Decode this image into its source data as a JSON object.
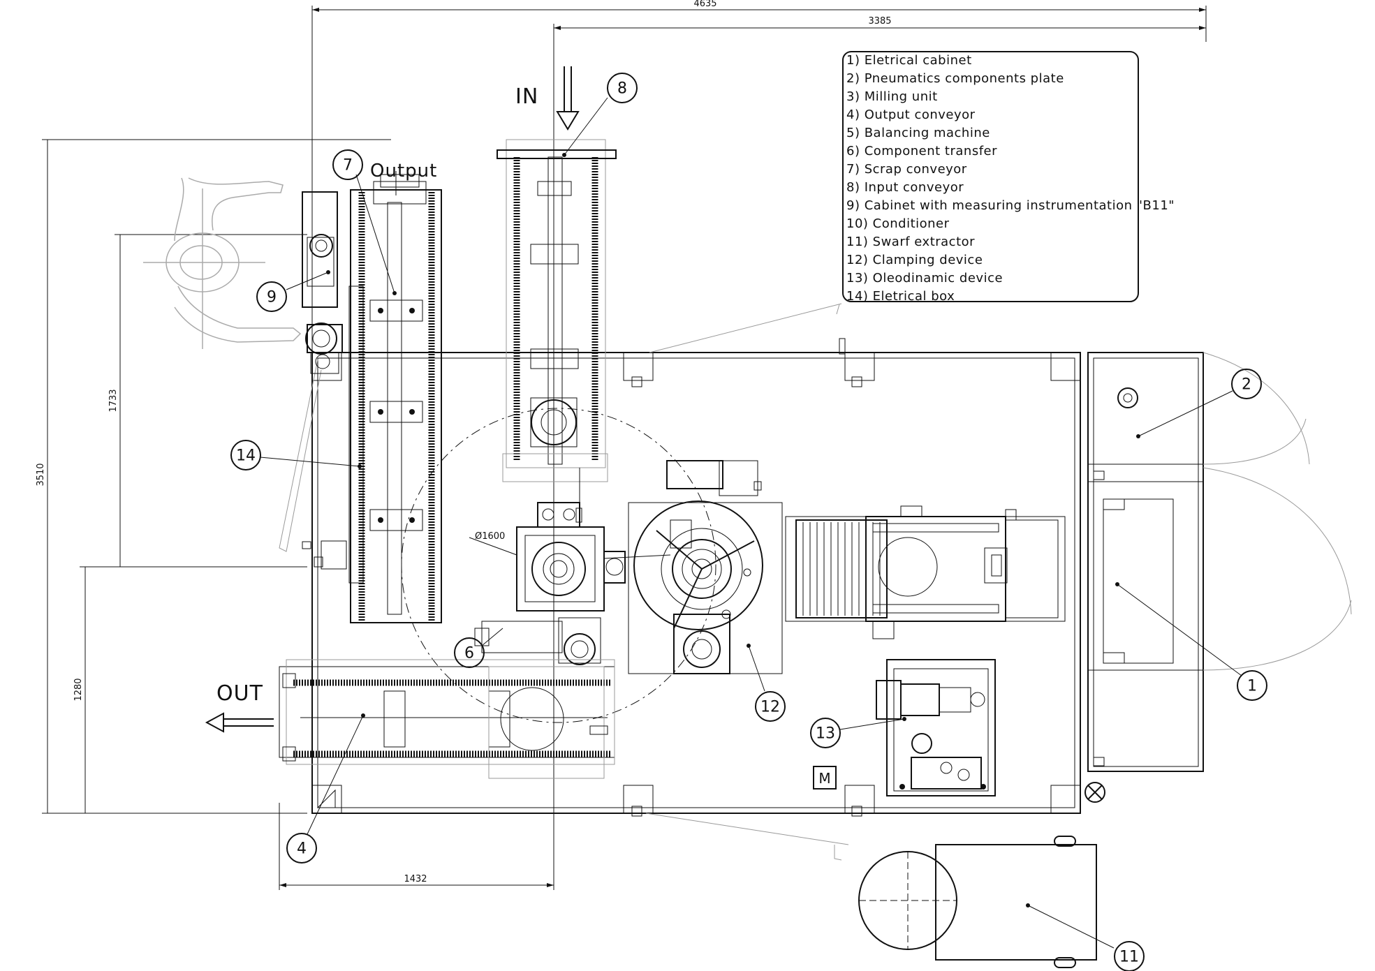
{
  "dimensions": {
    "total_width": "4635",
    "right_width": "3385",
    "total_height": "3510",
    "upper_height": "1733",
    "lower_height": "1280",
    "bottom_width": "1432",
    "circle_diameter": "Ø1600"
  },
  "labels": {
    "in": "IN",
    "out": "OUT",
    "output": "Output",
    "motor": "M"
  },
  "legend": [
    "1) Eletrical cabinet",
    "2) Pneumatics components plate",
    "3) Milling unit",
    "4) Output conveyor",
    "5) Balancing machine",
    "6) Component transfer",
    "7) Scrap conveyor",
    "8) Input conveyor",
    "9) Cabinet with measuring instrumentation \"B11\"",
    "10) Conditioner",
    "11) Swarf extractor",
    "12) Clamping device",
    "13) Oleodinamic device",
    "14) Eletrical box"
  ],
  "balloons": {
    "b1": "1",
    "b2": "2",
    "b4": "4",
    "b6": "6",
    "b7": "7",
    "b8": "8",
    "b9": "9",
    "b11": "11",
    "b12": "12",
    "b13": "13",
    "b14": "14"
  }
}
